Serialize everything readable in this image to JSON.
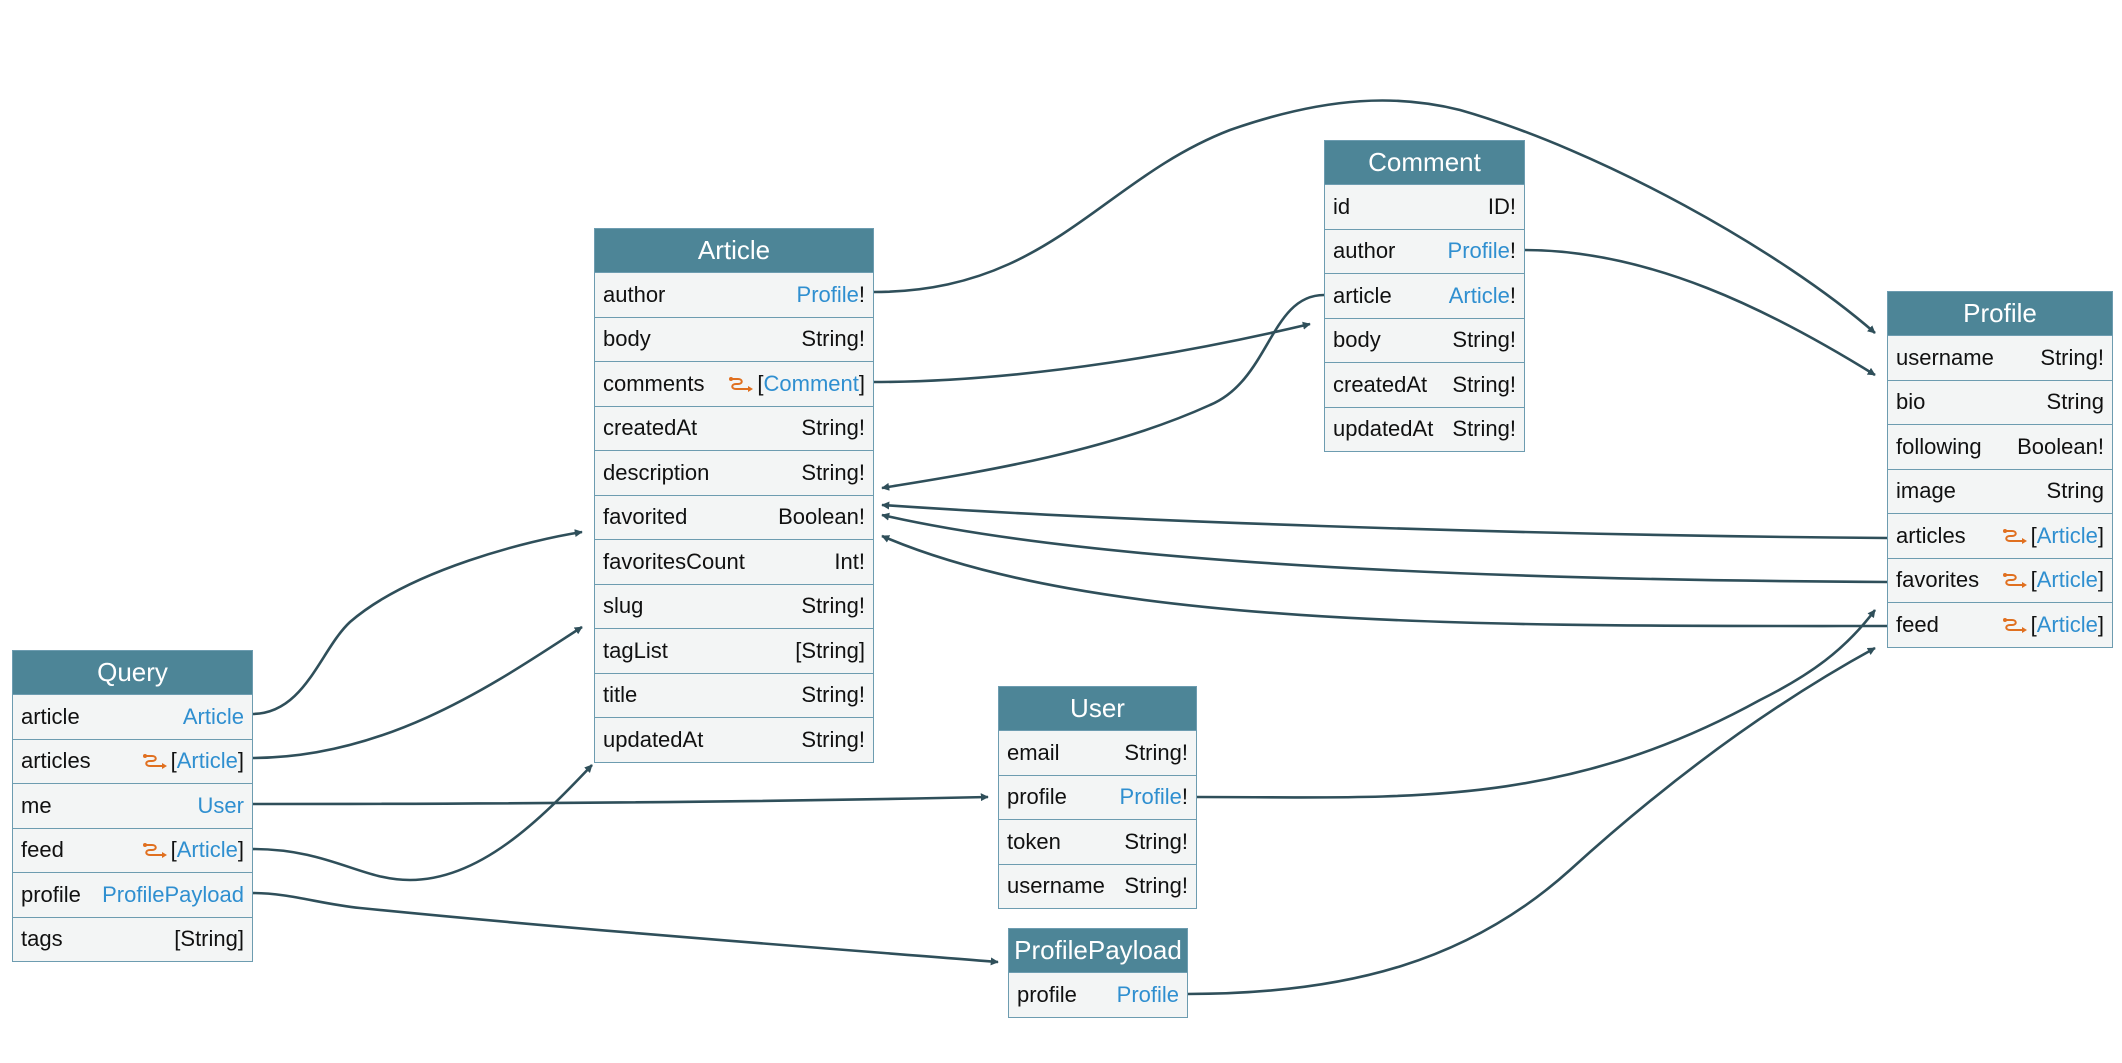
{
  "colors": {
    "header": "#4d8597",
    "link": "#2f8fd0",
    "edge": "#2f4f5a",
    "connection_icon": "#e07020"
  },
  "nodes": {
    "query": {
      "title": "Query",
      "fields": [
        {
          "name": "article",
          "type": "Article",
          "link": true,
          "list": false,
          "bang": false,
          "connection": false
        },
        {
          "name": "articles",
          "type": "Article",
          "link": true,
          "list": true,
          "bang": false,
          "connection": true
        },
        {
          "name": "me",
          "type": "User",
          "link": true,
          "list": false,
          "bang": false,
          "connection": false
        },
        {
          "name": "feed",
          "type": "Article",
          "link": true,
          "list": true,
          "bang": false,
          "connection": true
        },
        {
          "name": "profile",
          "type": "ProfilePayload",
          "link": true,
          "list": false,
          "bang": false,
          "connection": false
        },
        {
          "name": "tags",
          "type": "String",
          "link": false,
          "list": true,
          "bang": false,
          "connection": false
        }
      ]
    },
    "article": {
      "title": "Article",
      "fields": [
        {
          "name": "author",
          "type": "Profile",
          "link": true,
          "list": false,
          "bang": true,
          "connection": false
        },
        {
          "name": "body",
          "type": "String",
          "link": false,
          "list": false,
          "bang": true,
          "connection": false
        },
        {
          "name": "comments",
          "type": "Comment",
          "link": true,
          "list": true,
          "bang": false,
          "connection": true
        },
        {
          "name": "createdAt",
          "type": "String",
          "link": false,
          "list": false,
          "bang": true,
          "connection": false
        },
        {
          "name": "description",
          "type": "String",
          "link": false,
          "list": false,
          "bang": true,
          "connection": false
        },
        {
          "name": "favorited",
          "type": "Boolean",
          "link": false,
          "list": false,
          "bang": true,
          "connection": false
        },
        {
          "name": "favoritesCount",
          "type": "Int",
          "link": false,
          "list": false,
          "bang": true,
          "connection": false
        },
        {
          "name": "slug",
          "type": "String",
          "link": false,
          "list": false,
          "bang": true,
          "connection": false
        },
        {
          "name": "tagList",
          "type": "String",
          "link": false,
          "list": true,
          "bang": false,
          "connection": false
        },
        {
          "name": "title",
          "type": "String",
          "link": false,
          "list": false,
          "bang": true,
          "connection": false
        },
        {
          "name": "updatedAt",
          "type": "String",
          "link": false,
          "list": false,
          "bang": true,
          "connection": false
        }
      ]
    },
    "comment": {
      "title": "Comment",
      "fields": [
        {
          "name": "id",
          "type": "ID",
          "link": false,
          "list": false,
          "bang": true,
          "connection": false
        },
        {
          "name": "author",
          "type": "Profile",
          "link": true,
          "list": false,
          "bang": true,
          "connection": false
        },
        {
          "name": "article",
          "type": "Article",
          "link": true,
          "list": false,
          "bang": true,
          "connection": false
        },
        {
          "name": "body",
          "type": "String",
          "link": false,
          "list": false,
          "bang": true,
          "connection": false
        },
        {
          "name": "createdAt",
          "type": "String",
          "link": false,
          "list": false,
          "bang": true,
          "connection": false
        },
        {
          "name": "updatedAt",
          "type": "String",
          "link": false,
          "list": false,
          "bang": true,
          "connection": false
        }
      ]
    },
    "profile": {
      "title": "Profile",
      "fields": [
        {
          "name": "username",
          "type": "String",
          "link": false,
          "list": false,
          "bang": true,
          "connection": false
        },
        {
          "name": "bio",
          "type": "String",
          "link": false,
          "list": false,
          "bang": false,
          "connection": false
        },
        {
          "name": "following",
          "type": "Boolean",
          "link": false,
          "list": false,
          "bang": true,
          "connection": false
        },
        {
          "name": "image",
          "type": "String",
          "link": false,
          "list": false,
          "bang": false,
          "connection": false
        },
        {
          "name": "articles",
          "type": "Article",
          "link": true,
          "list": true,
          "bang": false,
          "connection": true
        },
        {
          "name": "favorites",
          "type": "Article",
          "link": true,
          "list": true,
          "bang": false,
          "connection": true
        },
        {
          "name": "feed",
          "type": "Article",
          "link": true,
          "list": true,
          "bang": false,
          "connection": true
        }
      ]
    },
    "user": {
      "title": "User",
      "fields": [
        {
          "name": "email",
          "type": "String",
          "link": false,
          "list": false,
          "bang": true,
          "connection": false
        },
        {
          "name": "profile",
          "type": "Profile",
          "link": true,
          "list": false,
          "bang": true,
          "connection": false
        },
        {
          "name": "token",
          "type": "String",
          "link": false,
          "list": false,
          "bang": true,
          "connection": false
        },
        {
          "name": "username",
          "type": "String",
          "link": false,
          "list": false,
          "bang": true,
          "connection": false
        }
      ]
    },
    "profilepayload": {
      "title": "ProfilePayload",
      "fields": [
        {
          "name": "profile",
          "type": "Profile",
          "link": true,
          "list": false,
          "bang": false,
          "connection": false
        }
      ]
    }
  },
  "edges": [
    {
      "from": "query.article",
      "to": "article"
    },
    {
      "from": "query.articles",
      "to": "article"
    },
    {
      "from": "query.me",
      "to": "user"
    },
    {
      "from": "query.feed",
      "to": "article"
    },
    {
      "from": "query.profile",
      "to": "profilepayload"
    },
    {
      "from": "article.author",
      "to": "profile"
    },
    {
      "from": "article.comments",
      "to": "comment"
    },
    {
      "from": "comment.author",
      "to": "profile"
    },
    {
      "from": "comment.article",
      "to": "article"
    },
    {
      "from": "profile.articles",
      "to": "article"
    },
    {
      "from": "profile.favorites",
      "to": "article"
    },
    {
      "from": "profile.feed",
      "to": "article"
    },
    {
      "from": "user.profile",
      "to": "profile"
    },
    {
      "from": "profilepayload.profile",
      "to": "profile"
    }
  ]
}
